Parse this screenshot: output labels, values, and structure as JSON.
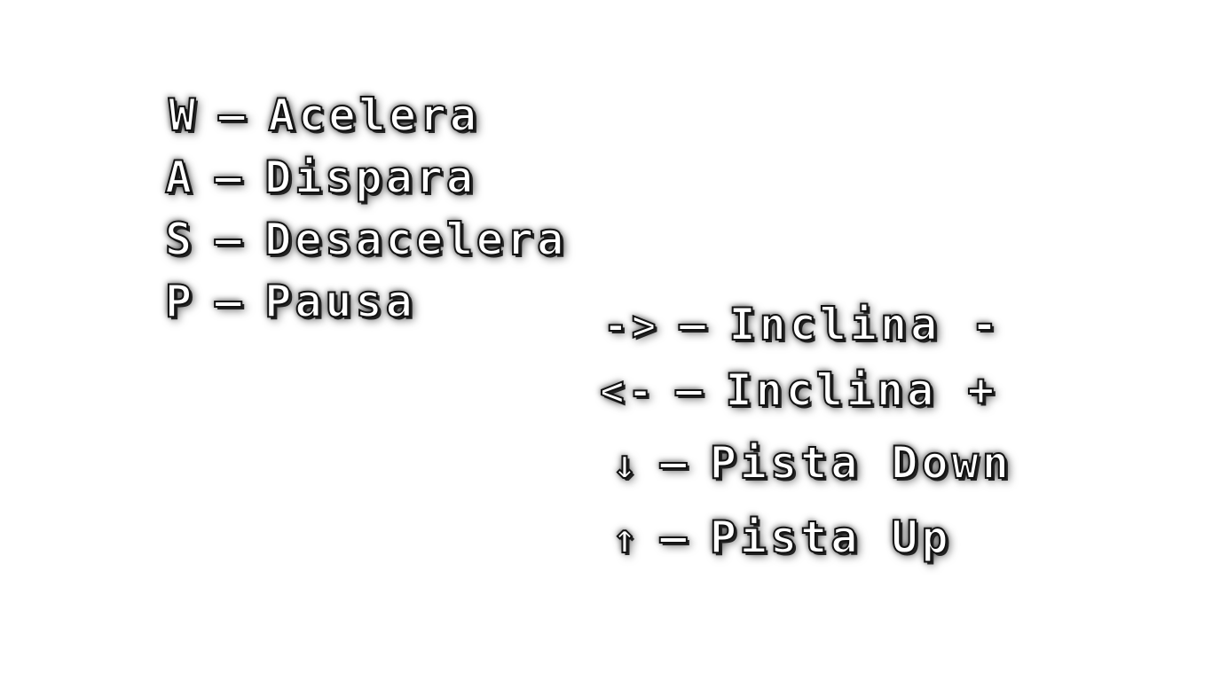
{
  "controls": {
    "accelerate": {
      "key": "W",
      "separator": "—",
      "action": "Acelera"
    },
    "fire": {
      "key": "A",
      "separator": "—",
      "action": "Dispara"
    },
    "decelerate": {
      "key": "S",
      "separator": "—",
      "action": "Desacelera"
    },
    "pause": {
      "key": "P",
      "separator": "—",
      "action": "Pausa"
    },
    "tilt_minus": {
      "key": "->",
      "separator": "—",
      "action": "Inclina -"
    },
    "tilt_plus": {
      "key": "<-",
      "separator": "—",
      "action": "Inclina +"
    },
    "lane_down": {
      "key": "↓",
      "separator": "—",
      "action": "Pista Down"
    },
    "lane_up": {
      "key": "↑",
      "separator": "—",
      "action": "Pista Up"
    }
  },
  "colors": {
    "background": "#ffffff",
    "text_fill": "#ffffff",
    "text_outline": "#111111",
    "shadow": "#222222"
  }
}
